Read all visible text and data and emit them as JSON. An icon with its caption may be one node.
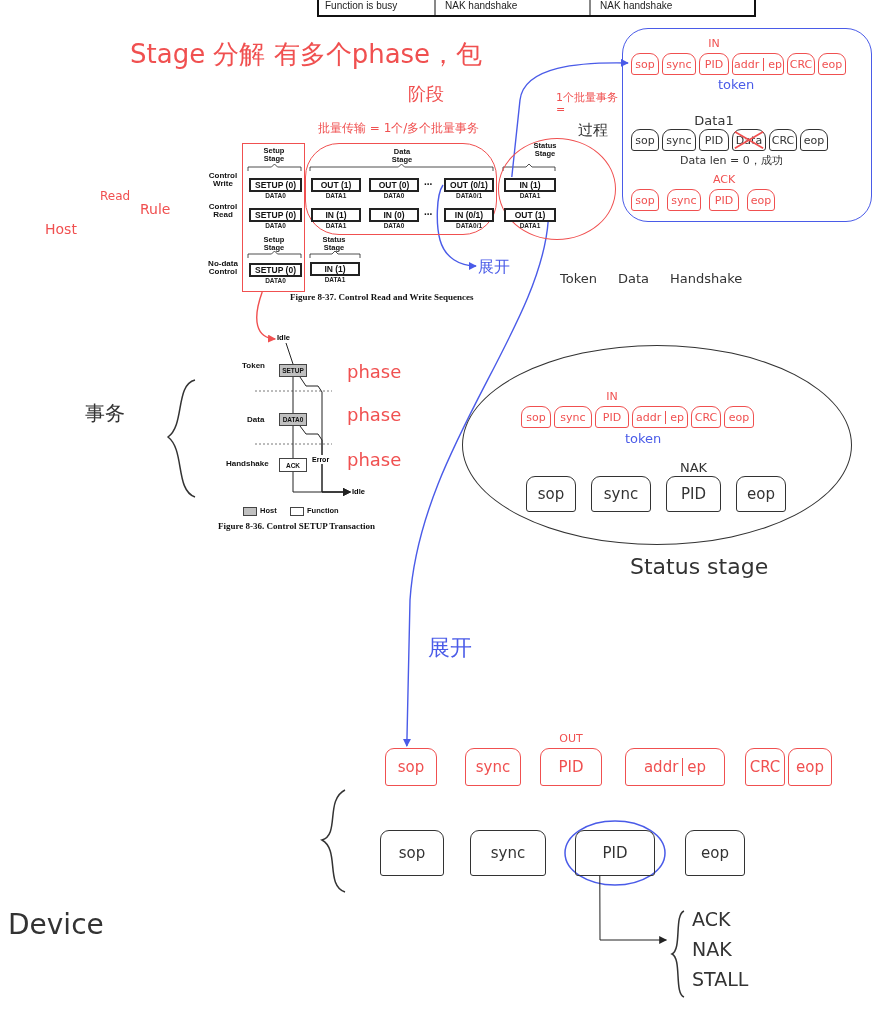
{
  "diagram": {
    "nodes": [
      {
        "text": [],
        "shape": "box"
      },
      {
        "text": [
          "sop"
        ],
        "in": 0
      },
      {
        "text": [
          "sync"
        ],
        "in": 0
      },
      {
        "text": [
          "PID"
        ],
        "beside": [
          "IN"
        ],
        "in": 0
      },
      {
        "text": [
          "addr",
          "ep"
        ],
        "in": 0
      },
      {
        "text": [
          "CRC"
        ],
        "in": 0
      },
      {
        "text": [
          "eop"
        ],
        "in": 0
      },
      {
        "text": [
          "sop"
        ],
        "in": 0
      },
      {
        "text": [
          "sync"
        ],
        "in": 0
      },
      {
        "text": [
          "PID"
        ],
        "beside": [
          "Data1"
        ],
        "in": 0
      },
      {
        "text": [
          "Data"
        ],
        "in": 0
      },
      {
        "text": [
          "CRC"
        ],
        "in": 0
      },
      {
        "text": [
          "eop"
        ],
        "in": 0
      },
      {
        "text": [
          "sop"
        ],
        "in": 0
      },
      {
        "text": [
          "sync"
        ],
        "in": 0
      },
      {
        "text": [
          "PID"
        ],
        "beside": [
          "ACK"
        ],
        "in": 0
      },
      {
        "text": [
          "eop"
        ],
        "in": 0
      },
      {
        "text": [
          "Setup Stage",
          "Setup Stage"
        ]
      },
      {
        "text": [
          "SETUP (0)"
        ],
        "beside": [
          "DATA0"
        ],
        "in": 17
      },
      {
        "text": [
          "SETUP (0)"
        ],
        "beside": [
          "DATA0"
        ],
        "in": 17
      },
      {
        "text": [
          "SETUP (0)"
        ],
        "beside": [
          "DATA0"
        ],
        "in": 17
      },
      {
        "text": [
          "Data Stage"
        ]
      },
      {
        "text": [
          "OUT (1)"
        ],
        "beside": [
          "DATA1"
        ],
        "in": 21
      },
      {
        "text": [
          "OUT (0)"
        ],
        "beside": [
          "DATA0"
        ],
        "in": 21
      },
      {
        "text": [
          "OUT (0/1)"
        ],
        "beside": [
          "DATA0/1"
        ],
        "in": 21
      },
      {
        "text": [
          "IN (1)"
        ],
        "beside": [
          "DATA1"
        ],
        "in": 21
      },
      {
        "text": [
          "IN (0)"
        ],
        "beside": [
          "DATA0"
        ],
        "in": 21
      },
      {
        "text": [
          "IN (0/1)"
        ],
        "beside": [
          "DATA0/1"
        ],
        "in": 21
      },
      {
        "text": [
          "Status Stage"
        ]
      },
      {
        "text": [
          "IN (1)"
        ],
        "beside": [
          "DATA1"
        ],
        "in": 28
      },
      {
        "text": [
          "OUT (1)"
        ],
        "beside": [
          "DATA1"
        ],
        "in": 28
      },
      {
        "text": [
          "IN (1)"
        ],
        "beside": [
          "DATA1"
        ]
      },
      {
        "text": [
          "展开"
        ]
      },
      {
        "text": [
          "Idle"
        ]
      },
      {
        "text": [
          "SETUP"
        ]
      },
      {
        "text": [
          "DATA0"
        ]
      },
      {
        "text": [
          "ACK"
        ]
      },
      {
        "text": [
          "Idle"
        ]
      },
      {
        "text": [],
        "shape": "ellipse"
      },
      {
        "text": [
          "sop"
        ],
        "in": 38
      },
      {
        "text": [
          "sync"
        ],
        "in": 38
      },
      {
        "text": [
          "PID"
        ],
        "beside": [
          "IN"
        ],
        "in": 38
      },
      {
        "text": [
          "addr",
          "ep"
        ],
        "in": 38
      },
      {
        "text": [
          "CRC"
        ],
        "in": 38
      },
      {
        "text": [
          "eop"
        ],
        "in": 38
      },
      {
        "text": [
          "sop"
        ],
        "in": 38
      },
      {
        "text": [
          "sync"
        ],
        "in": 38
      },
      {
        "text": [
          "PID"
        ],
        "beside": [
          "NAK"
        ],
        "in": 38
      },
      {
        "text": [
          "eop"
        ],
        "in": 38
      },
      {
        "text": [
          "sop"
        ]
      },
      {
        "text": [
          "sync"
        ]
      },
      {
        "text": [
          "PID"
        ],
        "beside": [
          "OUT"
        ]
      },
      {
        "text": [
          "addr",
          "ep"
        ]
      },
      {
        "text": [
          "CRC"
        ]
      },
      {
        "text": [
          "eop"
        ]
      },
      {
        "text": [
          "sop"
        ]
      },
      {
        "text": [
          "sync"
        ]
      },
      {
        "text": [
          "PID"
        ]
      },
      {
        "text": [
          "eop"
        ]
      },
      {
        "text": [
          "ACK",
          "NAK",
          "STALL"
        ]
      }
    ],
    "edges": [
      {
        "from": 29,
        "to": 1,
        "arrow": "to",
        "color": "#4a5be8"
      },
      {
        "from": 24,
        "to": 32,
        "arrow": "to",
        "color": "#4a5be8"
      },
      {
        "from": 30,
        "to": 49,
        "arrow": "to",
        "color": "#4a5be8"
      },
      {
        "from": 17,
        "to": 33,
        "arrow": "to",
        "color": "#f05050"
      },
      {
        "from": 33,
        "to": 34,
        "arrow": "none"
      },
      {
        "from": 34,
        "to": 35,
        "arrow": "none"
      },
      {
        "from": 35,
        "to": 36,
        "arrow": "none"
      },
      {
        "from": 36,
        "to": 37,
        "arrow": "to"
      },
      {
        "from": 34,
        "to": 37,
        "arrow": "to",
        "label": "Error"
      },
      {
        "from": 35,
        "to": 37,
        "arrow": "to"
      },
      {
        "from": 57,
        "to": 59,
        "arrow": "to"
      }
    ],
    "labels": [
      "Function is busy",
      "NAK handshake",
      "NAK handshake",
      "Stage 分解 有多个phase，包",
      "阶段",
      "批量传输 = 1个/多个批量事务",
      "1个批量事务 =",
      "token",
      "Data len = 0，成功",
      "过程",
      "Host",
      "Read",
      "Rule",
      "Control Write",
      "Control Read",
      "No-data Control",
      "...",
      "...",
      "Status Stage",
      "Figure 8-37. Control Read and Write Sequences",
      "Token",
      "Data",
      "Handshake",
      "事务",
      "Token",
      "Data",
      "Handshake",
      "phase",
      "phase",
      "phase",
      "Figure 8-36. Control SETUP Transaction",
      "token",
      "Status stage",
      "展开",
      "Device"
    ],
    "legend": [
      {
        "text": "Host",
        "color": "#c0c0c0"
      },
      {
        "text": "Function",
        "color": "#ffffff"
      }
    ]
  }
}
